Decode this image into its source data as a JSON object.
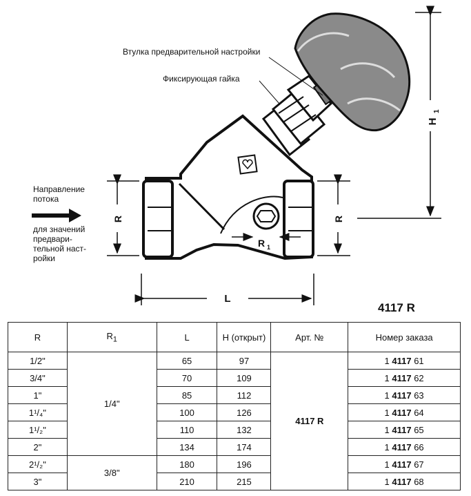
{
  "labels": {
    "preset_sleeve": "Втулка предварительной настройки",
    "lock_nut": "Фиксирующая гайка",
    "flow_direction_1": "Направление",
    "flow_direction_2": "потока",
    "preset_values_1": "для значений",
    "preset_values_2": "предвари-",
    "preset_values_3": "тельной наст-",
    "preset_values_4": "ройки",
    "dim_r_left": "R",
    "dim_r_right": "R",
    "dim_r1": "R",
    "dim_r1_sub": "1",
    "dim_l": "L",
    "dim_h": "H",
    "dim_h_sub": "1"
  },
  "article_title": "4117 R",
  "table": {
    "headers": {
      "r": "R",
      "r1": "R",
      "r1_sub": "1",
      "l": "L",
      "h": "H (открыт)",
      "art": "Арт. №",
      "order": "Номер заказа"
    },
    "r1_group_a": "1/4\"",
    "r1_group_b": "3/8\"",
    "art_value": "4117 R",
    "rows": [
      {
        "r": "1/2\"",
        "l": "65",
        "h": "97",
        "order_pre": "1 ",
        "order_mid": "4117",
        "order_post": " 61"
      },
      {
        "r": "3/4\"",
        "l": "70",
        "h": "109",
        "order_pre": "1 ",
        "order_mid": "4117",
        "order_post": " 62"
      },
      {
        "r": "1\"",
        "l": "85",
        "h": "112",
        "order_pre": "1 ",
        "order_mid": "4117",
        "order_post": " 63"
      },
      {
        "r": "1¹/₄\"",
        "l": "100",
        "h": "126",
        "order_pre": "1 ",
        "order_mid": "4117",
        "order_post": " 64"
      },
      {
        "r": "1¹/₂\"",
        "l": "110",
        "h": "132",
        "order_pre": "1 ",
        "order_mid": "4117",
        "order_post": " 65"
      },
      {
        "r": "2\"",
        "l": "134",
        "h": "174",
        "order_pre": "1 ",
        "order_mid": "4117",
        "order_post": " 66"
      },
      {
        "r": "2¹/₂\"",
        "l": "180",
        "h": "196",
        "order_pre": "1 ",
        "order_mid": "4117",
        "order_post": " 67"
      },
      {
        "r": "3\"",
        "l": "210",
        "h": "215",
        "order_pre": "1 ",
        "order_mid": "4117",
        "order_post": " 68"
      }
    ]
  }
}
